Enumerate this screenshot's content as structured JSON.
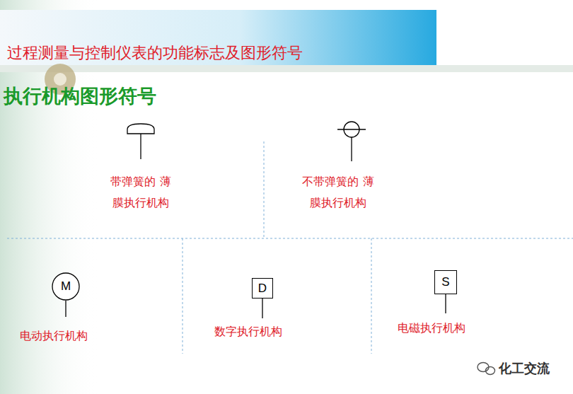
{
  "diagram": {
    "title": "过程测量与控制仪表的功能标志及图形符号",
    "nodes": [
      {
        "text": [
          "M"
        ]
      },
      {
        "text": [
          "D"
        ]
      },
      {
        "text": [
          "S"
        ]
      }
    ],
    "labels": [
      "执行机构图形符号",
      "带弹簧的 薄膜执行机构",
      "不带弹簧的 薄膜执行机构",
      "电动执行机构",
      "数字执行机构",
      "电磁执行机构",
      "化工交流"
    ]
  }
}
